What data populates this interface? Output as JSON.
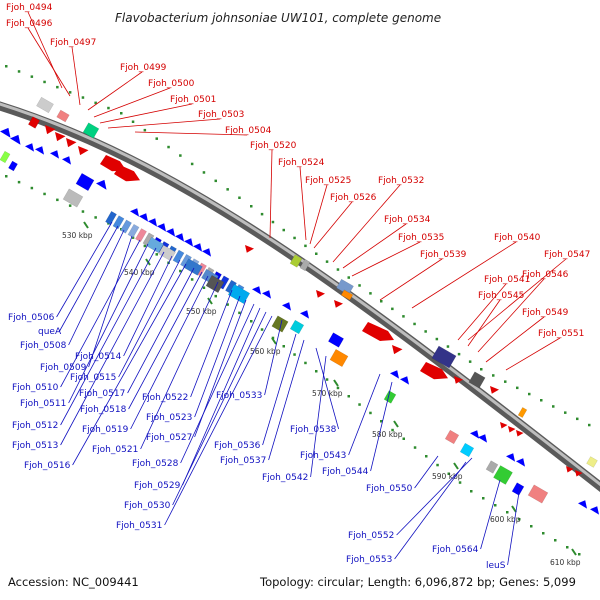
{
  "title": "Flavobacterium johnsoniae UW101, complete genome",
  "footer": {
    "accession": "Accession: NC_009441",
    "topology": "Topology: circular; Length: 6,096,872 bp; Genes: 5,099"
  },
  "colors": {
    "top_labels": "#d40000",
    "bottom_labels": "#1010c0",
    "backbone": "#888888",
    "tick": "#2e8b2e"
  },
  "kbp_ticks": [
    "530 kbp",
    "540 kbp",
    "550 kbp",
    "560 kbp",
    "570 kbp",
    "580 kbp",
    "590 kbp",
    "600 kbp",
    "610 kbp"
  ],
  "top_genes": [
    "Fjoh_0494",
    "Fjoh_0496",
    "Fjoh_0497",
    "Fjoh_0499",
    "Fjoh_0500",
    "Fjoh_0501",
    "Fjoh_0503",
    "Fjoh_0504",
    "Fjoh_0520",
    "Fjoh_0524",
    "Fjoh_0525",
    "Fjoh_0526",
    "Fjoh_0532",
    "Fjoh_0534",
    "Fjoh_0535",
    "Fjoh_0539",
    "Fjoh_0540",
    "Fjoh_0541",
    "Fjoh_0545",
    "Fjoh_0546",
    "Fjoh_0547",
    "Fjoh_0549",
    "Fjoh_0551"
  ],
  "bottom_genes": [
    "Fjoh_0506",
    "queA",
    "Fjoh_0508",
    "Fjoh_0509",
    "Fjoh_0510",
    "Fjoh_0511",
    "Fjoh_0512",
    "Fjoh_0513",
    "Fjoh_0514",
    "Fjoh_0515",
    "Fjoh_0516",
    "Fjoh_0517",
    "Fjoh_0518",
    "Fjoh_0519",
    "Fjoh_0521",
    "Fjoh_0522",
    "Fjoh_0523",
    "Fjoh_0527",
    "Fjoh_0528",
    "Fjoh_0529",
    "Fjoh_0530",
    "Fjoh_0531",
    "Fjoh_0533",
    "Fjoh_0536",
    "Fjoh_0537",
    "Fjoh_0538",
    "Fjoh_0542",
    "Fjoh_0543",
    "Fjoh_0544",
    "Fjoh_0550",
    "Fjoh_0552",
    "Fjoh_0553",
    "Fjoh_0564",
    "leuS"
  ]
}
